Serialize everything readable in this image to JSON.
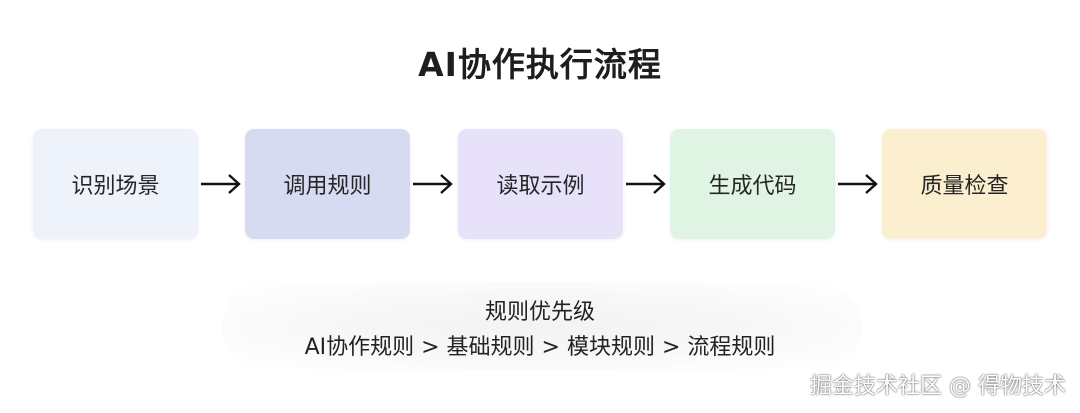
{
  "title": "AI协作执行流程",
  "steps": [
    {
      "label": "识别场景",
      "color": "#eef2fb"
    },
    {
      "label": "调用规则",
      "color": "#d6dbf1"
    },
    {
      "label": "读取示例",
      "color": "#e7e1fa"
    },
    {
      "label": "生成代码",
      "color": "#e0f4e3"
    },
    {
      "label": "质量检查",
      "color": "#fcefcf"
    }
  ],
  "arrow_color": "#111111",
  "priority": {
    "title": "规则优先级",
    "order": "AI协作规则 > 基础规则 > 模块规则 > 流程规则"
  },
  "watermark": "掘金技术社区 @ 得物技术"
}
